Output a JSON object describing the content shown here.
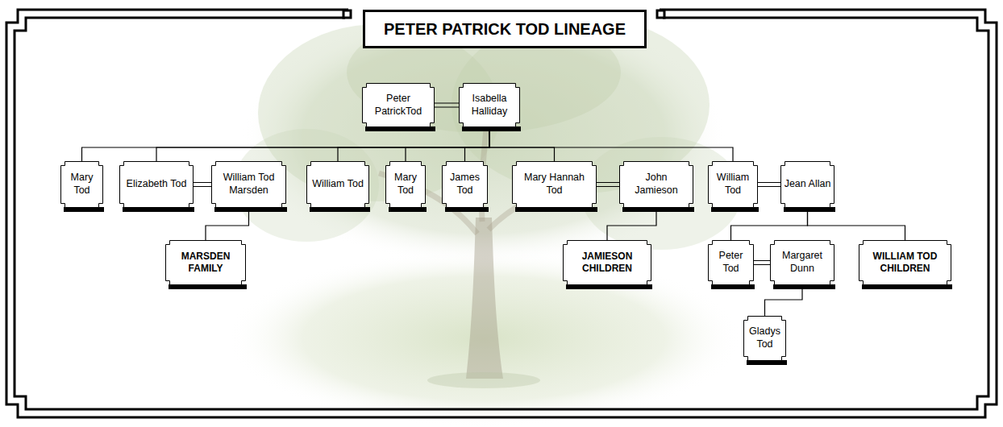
{
  "diagram": {
    "title": "PETER PATRICK TOD LINEAGE",
    "nodes": [
      {
        "text": [
          "Peter PatrickTod"
        ]
      },
      {
        "text": [
          "Isabella Halliday"
        ]
      },
      {
        "text": [
          "Mary Tod"
        ]
      },
      {
        "text": [
          "Elizabeth Tod"
        ]
      },
      {
        "text": [
          "William Tod Marsden"
        ]
      },
      {
        "text": [
          "William Tod"
        ]
      },
      {
        "text": [
          "Mary Tod"
        ]
      },
      {
        "text": [
          "James Tod"
        ]
      },
      {
        "text": [
          "Mary Hannah Tod"
        ]
      },
      {
        "text": [
          "John Jamieson"
        ]
      },
      {
        "text": [
          "William Tod"
        ]
      },
      {
        "text": [
          "Jean Allan"
        ]
      },
      {
        "text": [
          "MARSDEN FAMILY"
        ]
      },
      {
        "text": [
          "JAMIESON CHILDREN"
        ]
      },
      {
        "text": [
          "Peter Tod"
        ]
      },
      {
        "text": [
          "Margaret Dunn"
        ]
      },
      {
        "text": [
          "WILLIAM TOD CHILDREN"
        ]
      },
      {
        "text": [
          "Gladys Tod"
        ]
      }
    ],
    "edges": [
      {
        "from": 0,
        "to": 1,
        "arrow": "none"
      },
      {
        "from": 1,
        "to": 2,
        "arrow": "none"
      },
      {
        "from": 1,
        "to": 3,
        "arrow": "none"
      },
      {
        "from": 1,
        "to": 5,
        "arrow": "none"
      },
      {
        "from": 1,
        "to": 6,
        "arrow": "none"
      },
      {
        "from": 1,
        "to": 7,
        "arrow": "none"
      },
      {
        "from": 1,
        "to": 8,
        "arrow": "none"
      },
      {
        "from": 1,
        "to": 10,
        "arrow": "none"
      },
      {
        "from": 3,
        "to": 4,
        "arrow": "none"
      },
      {
        "from": 8,
        "to": 9,
        "arrow": "none"
      },
      {
        "from": 10,
        "to": 11,
        "arrow": "none"
      },
      {
        "from": 4,
        "to": 12,
        "arrow": "none"
      },
      {
        "from": 9,
        "to": 13,
        "arrow": "none"
      },
      {
        "from": 11,
        "to": 14,
        "arrow": "none"
      },
      {
        "from": 11,
        "to": 16,
        "arrow": "none"
      },
      {
        "from": 14,
        "to": 15,
        "arrow": "none"
      },
      {
        "from": 15,
        "to": 17,
        "arrow": "none"
      }
    ]
  }
}
